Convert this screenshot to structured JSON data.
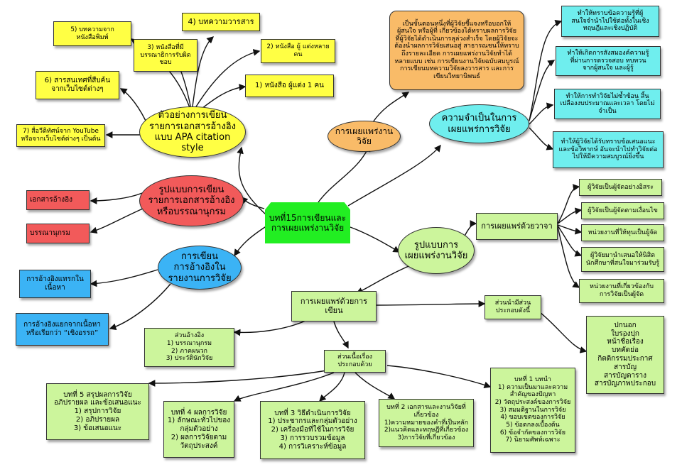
{
  "center": "บทที่15การเขียนและ\nการเผยแพร่งานวิจัย",
  "apa": {
    "title": "ตัวอย่างการเขียน\nรายการเอกสารอ้างอิง\nแบบ APA citation style",
    "items": [
      "5) บทความจาก\nหนังสือพิมพ์",
      "4) บทความวารสาร",
      "3) หนังสือที่มี\nบรรณาธิการรับผิด\nชอบ",
      "2) หนังสือ ผู้ แต่งหลาย\nคน",
      "1) หนังสือ ผู้แต่ง 1 คน",
      "6)  สารสนเทศที่สืบค้น\nจากเว็บไซต์ต่างๆ",
      "7) สื่อวีดิทัศน์จาก YouTube\nหรือจากเว็บไซต์ต่างๆ เป็นต้น"
    ]
  },
  "ref_form": {
    "title": "รูปแบบการเขียน\nรายการเอกสารอ้างอิง\nหรือบรรณานุกรม",
    "items": [
      "เอกสารอ้างอิง",
      "บรรณานุกรม"
    ]
  },
  "citation": {
    "title": "การเขียน\nการอ้างอิงใน\nรายงานการวิจัย",
    "items": [
      "การอ้างอิงแทรกใน\nเนื้อหา",
      "การอ้างอิงแยกจากเนื้อหา\nหรือเรียกว่า “เชิงอรรถ”"
    ]
  },
  "dissemination": {
    "title": "การเผยแพร่งาน\nวิจัย",
    "definition": "เป็นขั้นตอนหนึ่งที่ผู้วิจัยชี้แจงหรือบอกให้\nผู้สนใจ หรือผู้ที่ เกี่ยวข้องได้ทราบผลการวิจัย\nที่ผู้วิจัยได้ดำเนินการลุล่วงสำเร็จ โดยผู้วิจัยจะ\nต้องนำผลการวิจัยเสนอสู่ สาธารณชนให้ทราบ\nถึงรายละเอียด การเผยแพร่งานวิจัยทำได้\nหลายแบบ เช่น การเขียนงานวิจัยฉบับสมบูรณ์\nการเขียนบทความวิจัยลงวารสาร และการ\nเขียนวิทยานิพนธ์"
  },
  "necessity": {
    "title": "ความจำเป็นในการ\nเผยแพร่การวิจัย",
    "items": [
      "ทำให้ทราบข้อความรู้ที่ผู้\nสนใจจำนำไปใช้ต่อทั้งในเชิง\nทฤษฎีและเชิงปฏิบัติ",
      "ทำให้เกิดการสังสมองค์ความรู้\nที่ผ่านการตรวจสอบ ทบทวน\nจากผู้สนใจ และผู้รู้",
      "ทำให้การทำวิจัยไม่ซ้ำซ้อน สิ้น\nเปลืองงบประมาณและเวลา โดยไม่\nจำเป็น",
      "ทำให้ผู้วิจัยได้รับทราบข้อเสนอแนะ\nและข้อวิพากษ์ อันจะนำไปทำวิจัยต่อ\nไปให้มีความสมบูรณ์ยิ่งขึ้น"
    ]
  },
  "forms": {
    "title": "รูปแบบการ\nเผยแพร่งานวิจัย"
  },
  "oral": {
    "title": "การเผยแพร่ด้วยวาจา",
    "items": [
      "ผู้วิจัยเป็นผู้จัดอย่างอิสระ",
      "ผู้วิจัยเป็นผู้จัดตามเงื่อนไข",
      "หน่วยงานที่ให้ทุนเป็นผู้จัด",
      "ผู้วิจัยมานำเสนอให้นิสิต\nนักศึกษาที่สนใจมาร่วมรับรู้",
      "หน่วยงานที่เกี่ยวข้องกับ\nการวิจัยเป็นผู้จัด"
    ]
  },
  "writing": {
    "title": "การเผยแพร่ด้วยการ\nเขียน"
  },
  "front": {
    "title": "ส่วนนำมีส่วน\nประกอบดังนี้",
    "detail": "ปกนอก\nใบรองปก\nหน้าชื่อเรื่อง\nบทคัดย่อ\nกิตติกรรมประกาศ\nสารบัญ\nสารบัญตาราง\nสารบัญภาพประกอบ"
  },
  "ref_part": "ส่วนอ้างอิง\n1) บรรณานุกรม\n2) ภาคผนวก\n3) ประวัตินักวิจัย",
  "content": {
    "title": "ส่วนเนื้อเรื่อง\nประกอบด้วย"
  },
  "chapters": [
    "บทที่ 5  สรุปผลการวิจัย\nอภิปรายผล และข้อเสนอแนะ\n1) สรุปการวิจัย\n2) อภิปรายผล\n3) ข้อเสนอแนะ",
    "บทที่ 4  ผลการวิจัย\n1) ลักษณะทั่วไปของ\nกลุ่มตัวอย่าง\n2) ผลการวิจัยตาม\nวัตถุประสงค์",
    "บทที่ 3 วิธีดำเนินการวิจัย\n1) ประชากรและกลุ่มตัวอย่าง\n2) เครื่องมือที่ใช้ในการวิจัย\n3) การรวบรวมข้อมูล\n4) การวิเคราะห์ข้อมูล",
    "บทที่ 2  เอกสารและงานวิจัยที่\nเกี่ยวข้อง\n1)ความหมายของคำที่เป็นหลัก\n2)แนวคิดและทฤษฎีที่เกี่ยวข้อง\n3)การวิจัยที่เกี่ยวข้อง",
    "บทที่ 1  บทนำ\n1) ความเป็นมาและความ\nสำคัญของปัญหา\n2) วัตถุประสงค์ของการวิจัย\n3) สมมติฐานในการวิจัย\n4) ขอบเขตของการวิจัย\n5) ข้อตกลงเบื้องต้น\n6) ข้อจำกัดของการวิจัย\n7) นิยามศัพท์เฉพาะ"
  ]
}
